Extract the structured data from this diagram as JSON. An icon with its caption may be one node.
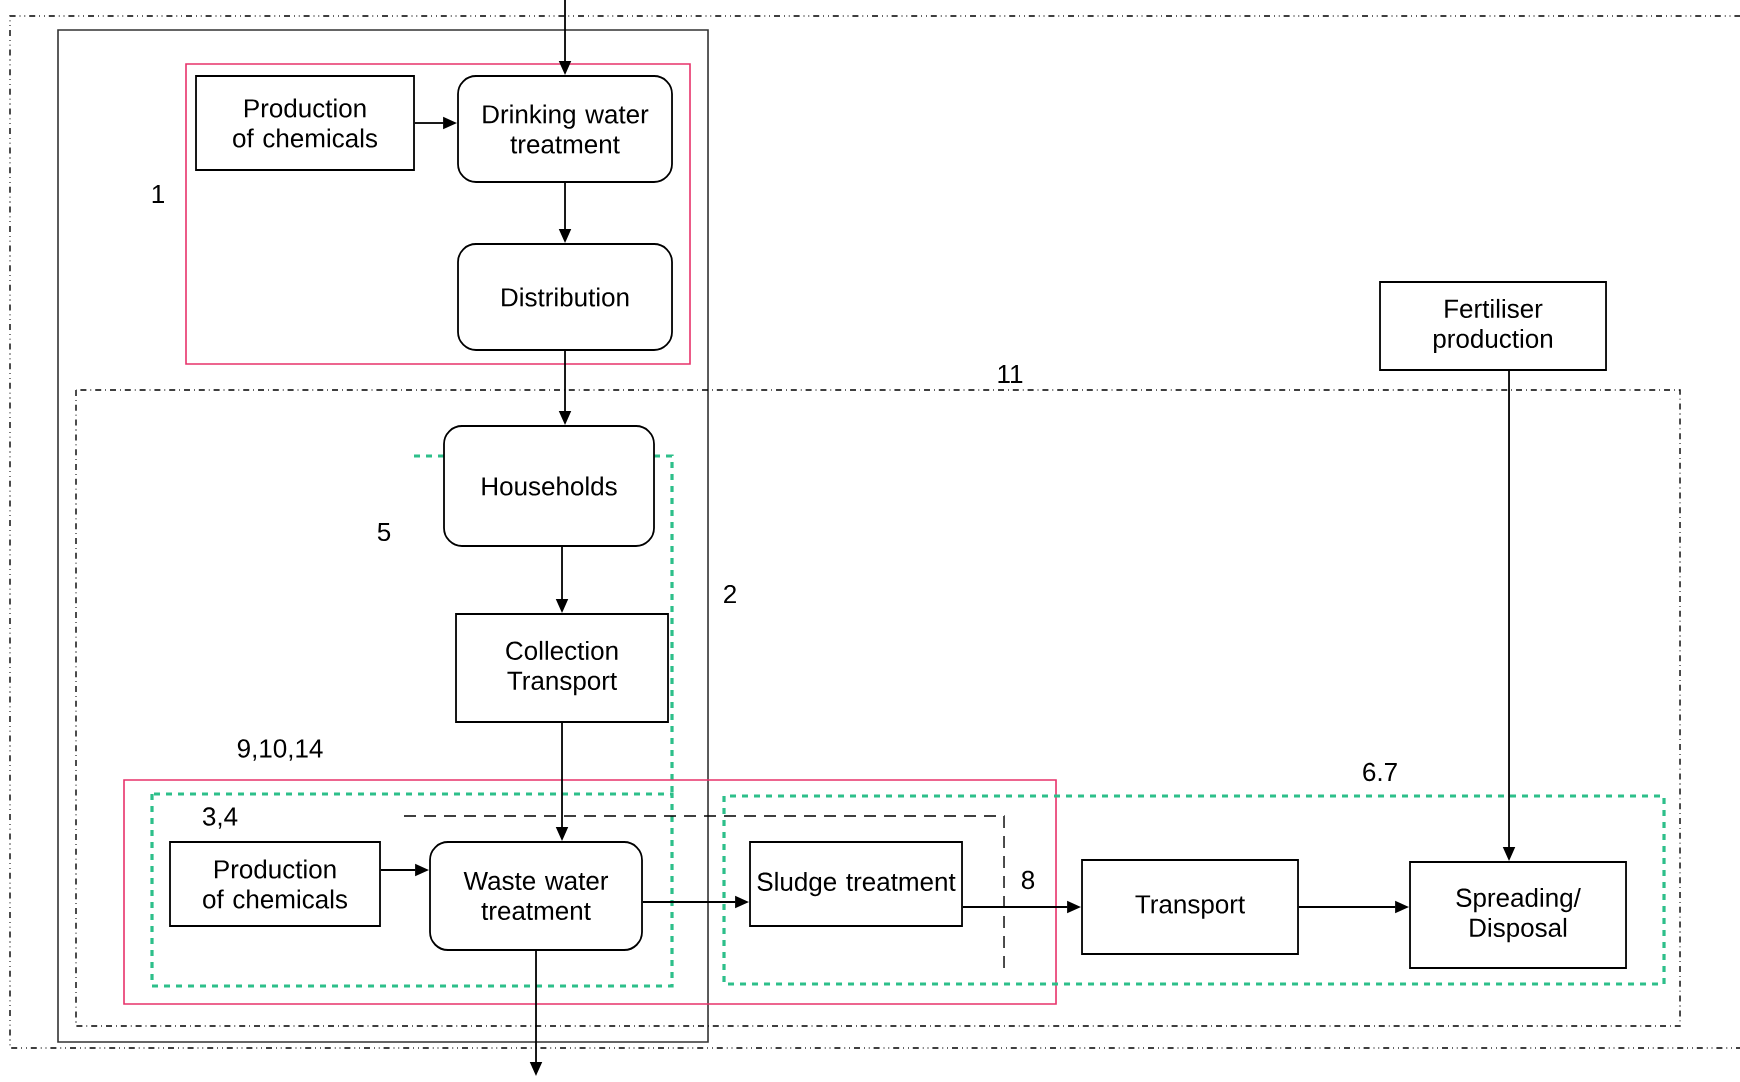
{
  "diagram": {
    "nodes": [
      {
        "text": [
          "Production of chemicals"
        ]
      },
      {
        "text": [
          "Drinking water treatment"
        ]
      },
      {
        "text": [
          "Distribution"
        ]
      },
      {
        "text": [
          "Households"
        ]
      },
      {
        "text": [
          "Collection Transport"
        ]
      },
      {
        "text": [
          "Production of chemicals"
        ]
      },
      {
        "text": [
          "Waste water treatment"
        ]
      },
      {
        "text": [
          "Sludge treatment"
        ]
      },
      {
        "text": [
          "Transport"
        ]
      },
      {
        "text": [
          "Spreading/ Disposal"
        ]
      },
      {
        "text": [
          "Fertiliser production"
        ]
      }
    ],
    "edges": [
      {
        "from": null,
        "to": 1,
        "arrow": "to"
      },
      {
        "from": 0,
        "to": 1,
        "arrow": "to"
      },
      {
        "from": 1,
        "to": 2,
        "arrow": "to"
      },
      {
        "from": 2,
        "to": 3,
        "arrow": "to"
      },
      {
        "from": 3,
        "to": 4,
        "arrow": "to"
      },
      {
        "from": 4,
        "to": 6,
        "arrow": "to"
      },
      {
        "from": 5,
        "to": 6,
        "arrow": "to"
      },
      {
        "from": 6,
        "to": 7,
        "arrow": "to"
      },
      {
        "from": 7,
        "to": 8,
        "arrow": "to"
      },
      {
        "from": 8,
        "to": 9,
        "arrow": "to"
      },
      {
        "from": 10,
        "to": 9,
        "arrow": "to"
      },
      {
        "from": 6,
        "to": null,
        "arrow": "to"
      }
    ],
    "labels": [
      "1",
      "11",
      "5",
      "2",
      "9,10,14",
      "6.7",
      "3,4",
      "8"
    ]
  }
}
